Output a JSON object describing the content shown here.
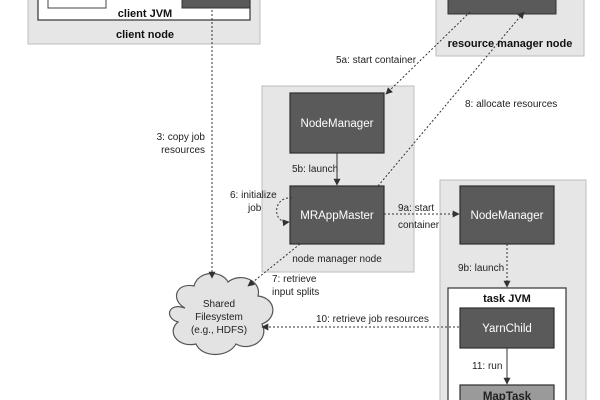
{
  "nodes": {
    "client_jvm": "client JVM",
    "client_node": "client node",
    "resource_manager_node": "resource manager node",
    "node_manager_node": "node manager node",
    "task_jvm": "task JVM"
  },
  "boxes": {
    "node_manager_top": "NodeManager",
    "mr_app_master": "MRAppMaster",
    "node_manager_right": "NodeManager",
    "yarn_child": "YarnChild",
    "map_task": "MapTask"
  },
  "edges": {
    "e5a": "5a: start container",
    "e8": "8: allocate resources",
    "e3_line1": "3: copy job",
    "e3_line2": "resources",
    "e5b": "5b: launch",
    "e6_line1": "6: initialize",
    "e6_line2": "job",
    "e9a_line1": "9a: start",
    "e9a_line2": "container",
    "e7_line1": "7: retrieve",
    "e7_line2": "input splits",
    "e9b": "9b: launch",
    "e10": "10: retrieve job resources",
    "e11": "11: run"
  },
  "filesystem": {
    "line1": "Shared",
    "line2": "Filesystem",
    "line3": "(e.g., HDFS)"
  }
}
